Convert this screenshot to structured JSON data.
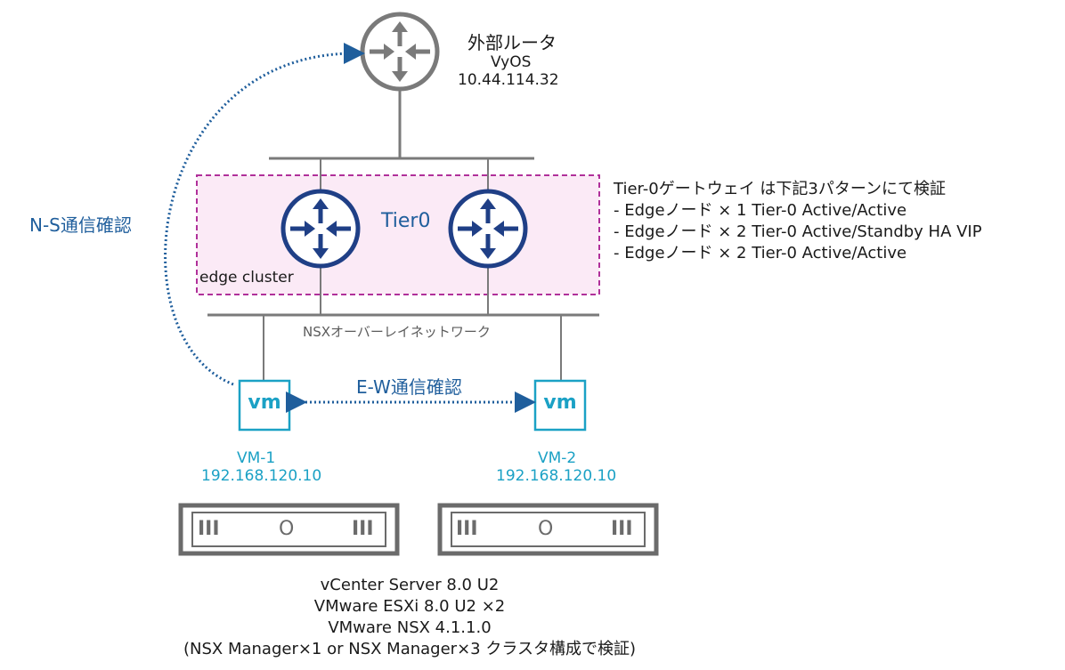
{
  "external_router": {
    "title": "外部ルータ",
    "name": "VyOS",
    "ip": "10.44.114.32"
  },
  "tier0": {
    "label": "Tier0",
    "cluster_label": "edge cluster"
  },
  "overlay_label": "NSXオーバーレイネットワーク",
  "ns_label": "N-S通信確認",
  "ew_label": "E-W通信確認",
  "vms": [
    {
      "icon_text": "vm",
      "name": "VM-1",
      "ip": "192.168.120.10"
    },
    {
      "icon_text": "vm",
      "name": "VM-2",
      "ip": "192.168.120.10"
    }
  ],
  "notes": {
    "title": "Tier-0ゲートウェイ は下記3パターンにて検証",
    "items": [
      "- Edgeノード × 1 Tier-0 Active/Active",
      "- Edgeノード × 2  Tier-0 Active/Standby HA VIP",
      "- Edgeノード × 2  Tier-0 Active/Active"
    ]
  },
  "env": {
    "lines": [
      "vCenter Server 8.0 U2",
      "VMware ESXi 8.0 U2 ×2",
      "VMware NSX 4.1.1.0",
      "(NSX Manager×1 or NSX Manager×3 クラスタ構成で検証)"
    ]
  },
  "server_glyphs": {
    "left": "III",
    "mid": "O",
    "right": "III"
  },
  "colors": {
    "router_gray": "#7a7a7a",
    "router_blue": "#1f3f86",
    "cluster_border": "#b0309a",
    "cluster_fill": "#fbeaf6",
    "vm_blue": "#1ba1c5",
    "link_blue": "#1f5e9c",
    "text_blue": "#1f5e9c"
  },
  "icons": [
    "router-icon",
    "vm-icon",
    "server-icon"
  ]
}
